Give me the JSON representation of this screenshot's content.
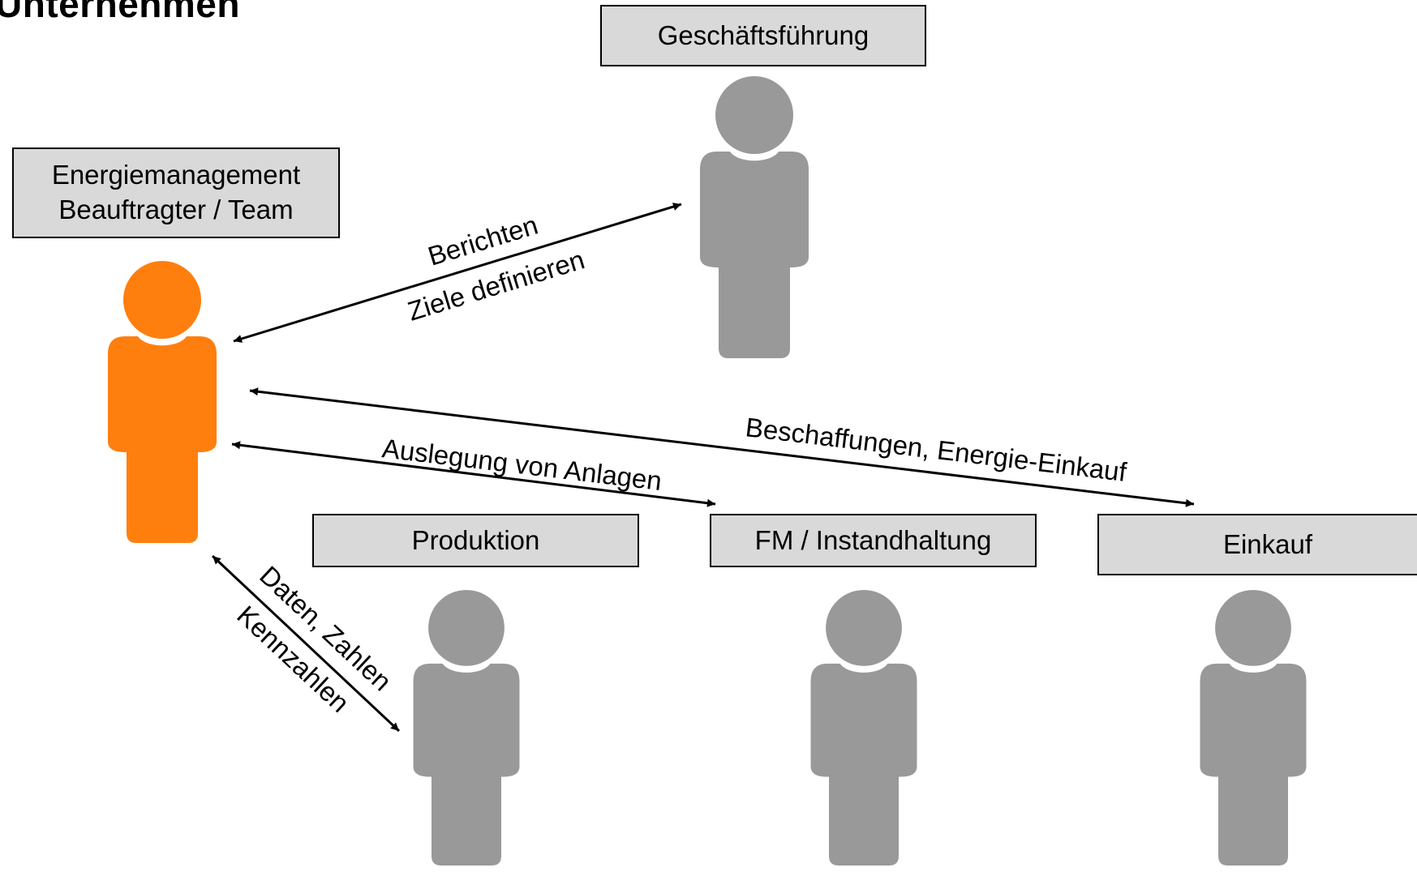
{
  "title": "Unternehmen",
  "nodes": {
    "geschaeftsfuehrung": {
      "label": "Geschäftsführung"
    },
    "energiemanagement": {
      "line1": "Energiemanagement",
      "line2": "Beauftragter / Team"
    },
    "produktion": {
      "label": "Produktion"
    },
    "fm": {
      "label": "FM / Instandhaltung"
    },
    "einkauf": {
      "label": "Einkauf"
    }
  },
  "edges": {
    "gf": {
      "label1": "Berichten",
      "label2": "Ziele definieren"
    },
    "einkauf": {
      "label": "Beschaffungen, Energie-Einkauf"
    },
    "fm": {
      "label": "Auslegung von Anlagen"
    },
    "produktion": {
      "label1": "Daten, Zahlen",
      "label2": "Kennzahlen"
    }
  },
  "colors": {
    "highlight_person": "#ff7f0e",
    "person": "#999999",
    "box_fill": "#d9d9d9"
  },
  "icons": [
    "person-icon"
  ]
}
